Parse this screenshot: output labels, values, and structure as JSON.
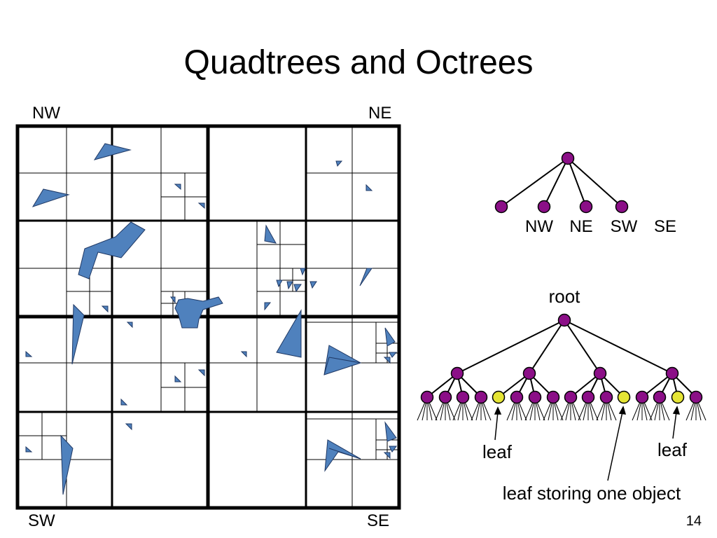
{
  "slide": {
    "title": "Quadtrees and Octrees",
    "page_number": "14"
  },
  "grid": {
    "corner_labels": {
      "nw": "NW",
      "ne": "NE",
      "sw": "SW",
      "se": "SE"
    },
    "shape_fill": "#4f81bd",
    "shape_stroke": "#1f3864"
  },
  "small_tree": {
    "children": [
      "NW",
      "NE",
      "SW",
      "SE"
    ],
    "node_color": "#8b0f87"
  },
  "big_tree": {
    "root_label": "root",
    "leaf_label_left": "leaf",
    "leaf_label_right": "leaf",
    "leaf_object_label": "leaf storing one object",
    "internal_color": "#8b0f87",
    "leaf_color": "#e5e535"
  }
}
